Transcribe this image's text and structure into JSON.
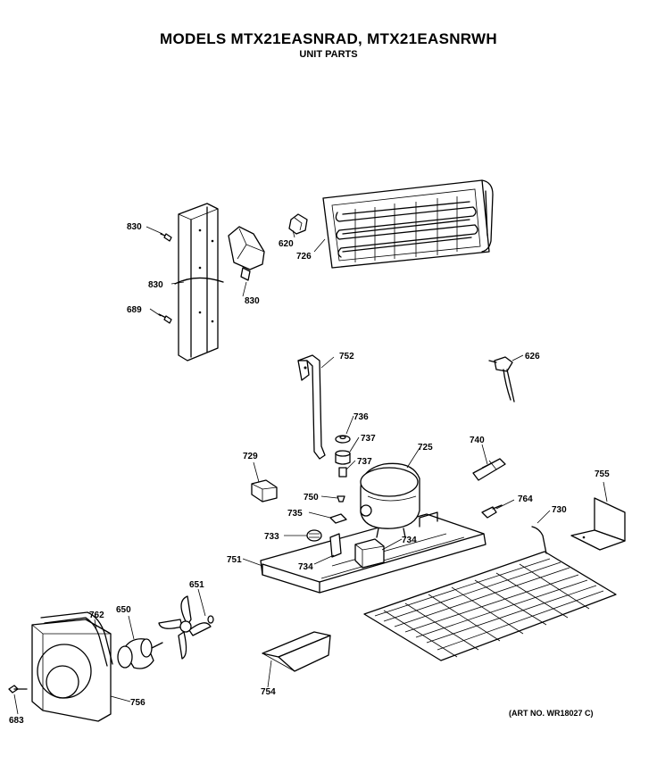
{
  "header": {
    "title": "MODELS MTX21EASNRAD, MTX21EASNRWH",
    "subtitle": "UNIT PARTS"
  },
  "art_number": "(ART NO. WR18027 C)",
  "callouts": [
    "830",
    "830",
    "830",
    "689",
    "620",
    "726",
    "752",
    "626",
    "736",
    "737",
    "737",
    "725",
    "740",
    "729",
    "750",
    "735",
    "733",
    "734",
    "734",
    "751",
    "764",
    "730",
    "755",
    "651",
    "650",
    "762",
    "756",
    "683",
    "754"
  ]
}
